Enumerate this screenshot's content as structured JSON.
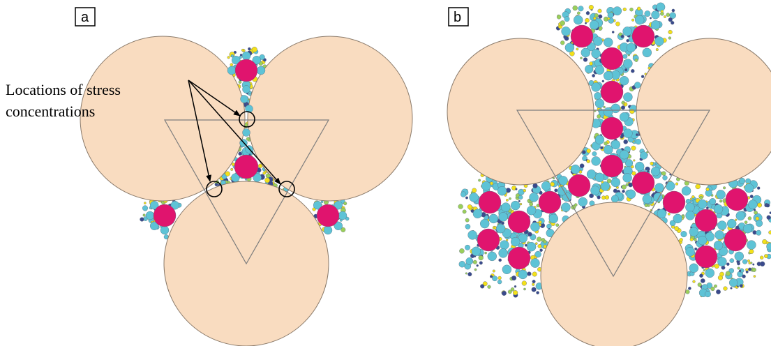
{
  "panels": [
    {
      "label": "a"
    },
    {
      "label": "b"
    }
  ],
  "annotation": {
    "line1": "Locations of stress",
    "line2": "concentrations"
  },
  "colors": {
    "large_particle": "#f9dcc0",
    "large_particle_stroke": "#8a7a6a",
    "magenta_particle": "#e0146e",
    "cyan_particle": "#5ec3d6",
    "yellow_particle": "#f3e019",
    "navy_particle": "#3a4a8c",
    "green_particle": "#9bcf5a",
    "triangle_stroke": "#7d7d7d",
    "circle_marker": "#000000",
    "arrow": "#000000"
  }
}
